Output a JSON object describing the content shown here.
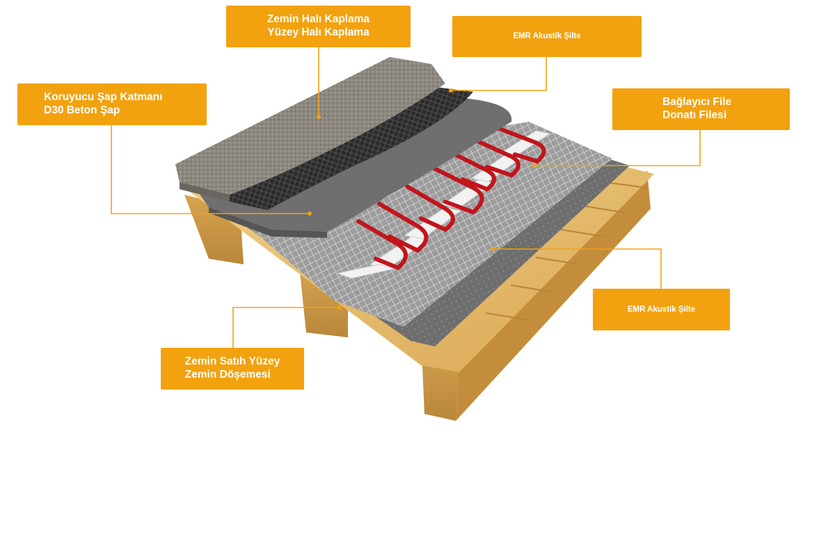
{
  "callouts": {
    "carpet": {
      "line1": "Zemin Halı Kaplama",
      "line2": "Yüzey Halı Kaplama"
    },
    "acoustic_top": {
      "text": "EMR Akustik Şilte"
    },
    "screed": {
      "line1": "Koruyucu Şap Katmanı",
      "line2": "D30 Beton Şap"
    },
    "mesh": {
      "line1": "Bağlayıcı File",
      "line2": "Donatı Filesi"
    },
    "acoustic_bottom": {
      "text": "EMR Akustik Şilte"
    },
    "subfloor": {
      "line1": "Zemin Satıh Yüzey",
      "line2": "Zemin Döşemesi"
    }
  },
  "colors": {
    "label_bg": "#f2a20f",
    "label_text": "#ffffff",
    "leader": "#f2a20f",
    "wood": "#e3b862",
    "wood_dark": "#c8923a",
    "carpet": "#8a857d",
    "acoustic_mat": "#2f2f2f",
    "screed": "#6f6f6f",
    "mesh": "#b9b9b9",
    "heating_cable": "#c2141b",
    "foil_strip": "#f0f0f0"
  }
}
